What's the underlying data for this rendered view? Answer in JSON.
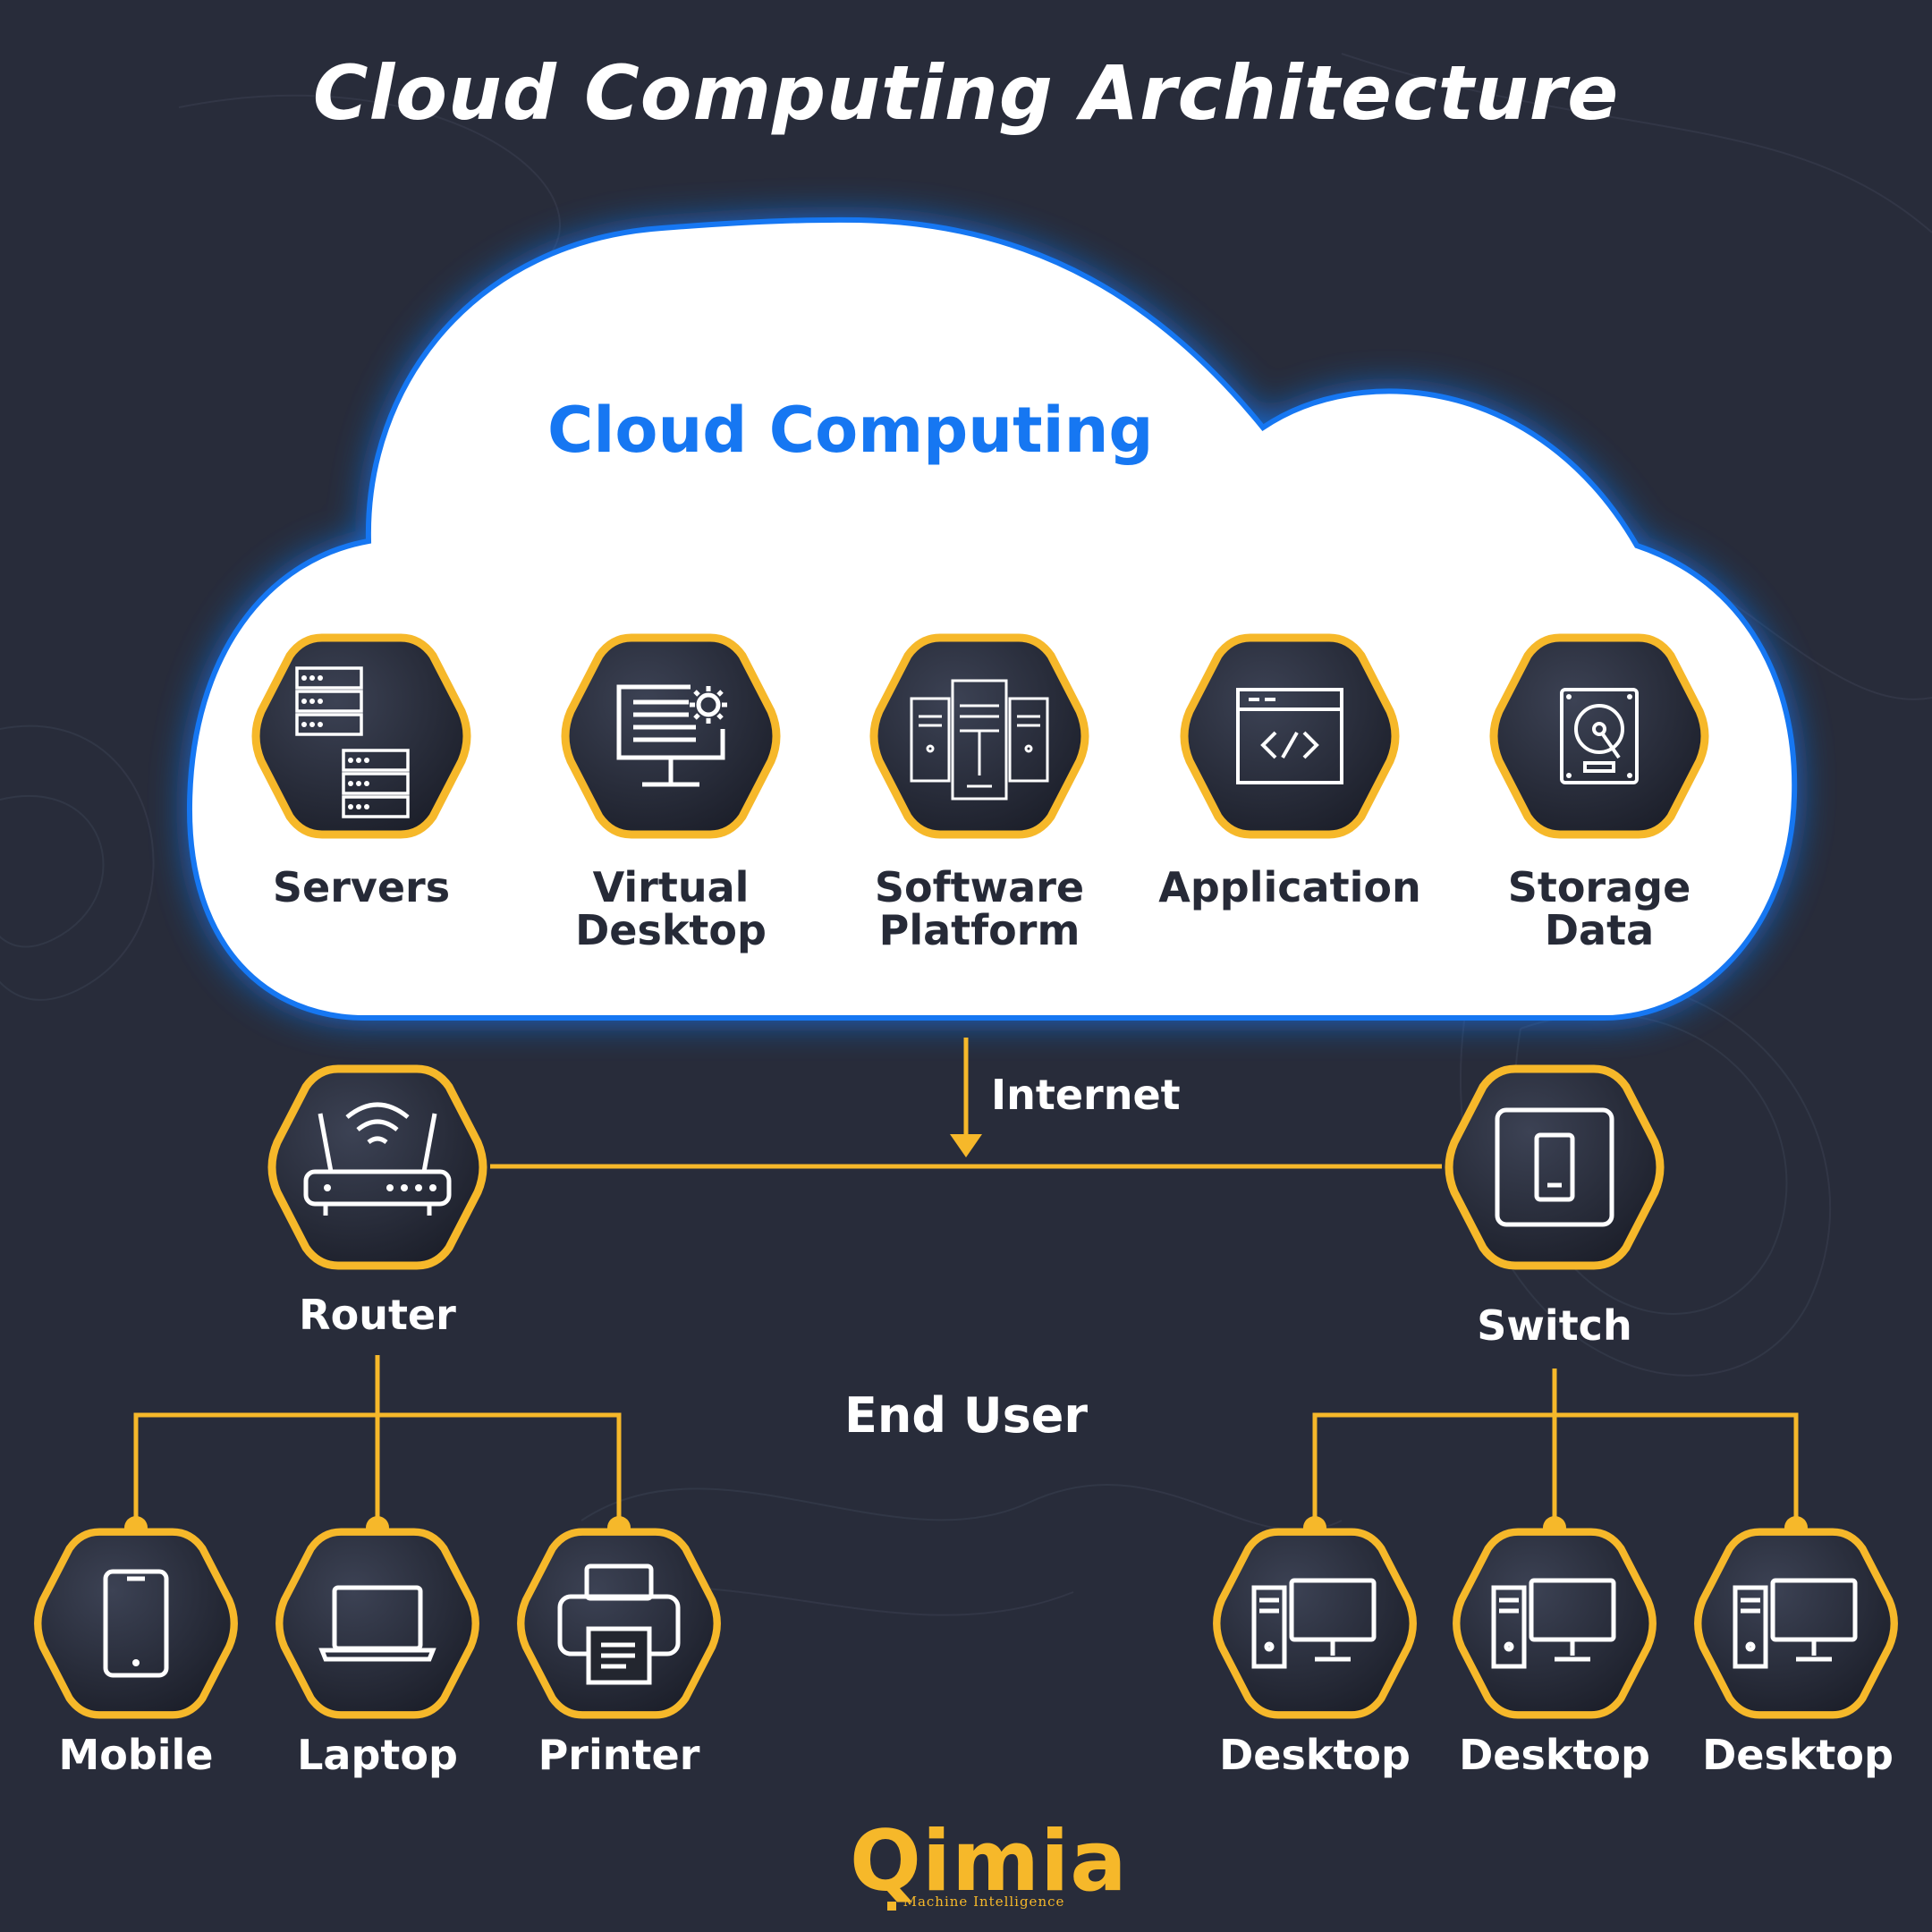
{
  "title": "Cloud Computing Architecture",
  "cloud": {
    "title": "Cloud Computing",
    "services": [
      {
        "label": "Servers",
        "icon": "servers-icon"
      },
      {
        "label": "Virtual\nDesktop",
        "icon": "virtual-desktop-icon"
      },
      {
        "label": "Software\nPlatform",
        "icon": "software-platform-icon"
      },
      {
        "label": "Application",
        "icon": "application-icon"
      },
      {
        "label": "Storage\nData",
        "icon": "storage-icon"
      }
    ]
  },
  "network": {
    "internet_label": "Internet",
    "router_label": "Router",
    "switch_label": "Switch",
    "end_user_label": "End User"
  },
  "devices": {
    "router_side": [
      "Mobile",
      "Laptop",
      "Printer"
    ],
    "switch_side": [
      "Desktop",
      "Desktop",
      "Desktop"
    ]
  },
  "brand": {
    "name": "Qimia",
    "tagline": "Machine Intelligence"
  },
  "colors": {
    "background": "#282c3a",
    "accent": "#f6b82a",
    "cloud_glow": "#1677f2",
    "cloud_fill": "#ffffff",
    "node_fill": "#20232f"
  }
}
